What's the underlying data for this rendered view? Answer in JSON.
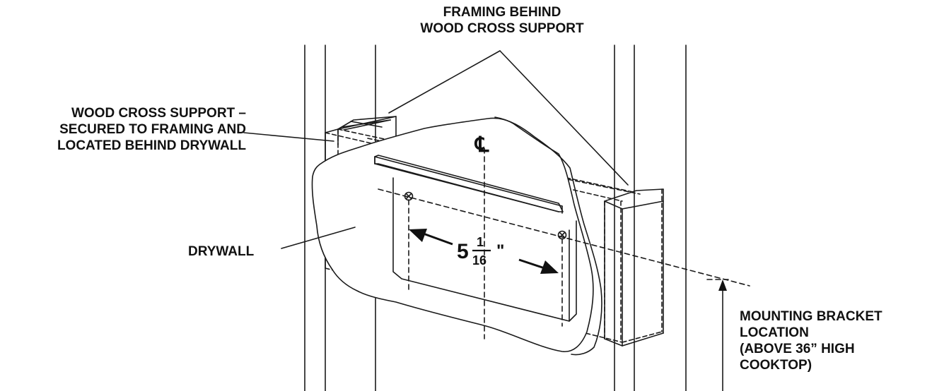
{
  "labels": {
    "framing": [
      "FRAMING BEHIND",
      "WOOD CROSS SUPPORT"
    ],
    "cross_support": [
      "WOOD CROSS SUPPORT –",
      "SECURED TO FRAMING AND",
      "LOCATED BEHIND DRYWALL"
    ],
    "drywall": "DRYWALL",
    "mounting": [
      "MOUNTING BRACKET",
      "LOCATION",
      "(ABOVE 36” HIGH",
      "COOKTOP)"
    ]
  },
  "dimension": {
    "whole": "5",
    "numerator": "1",
    "denominator": "16",
    "unit": "\""
  },
  "centerline_symbol": "℄"
}
